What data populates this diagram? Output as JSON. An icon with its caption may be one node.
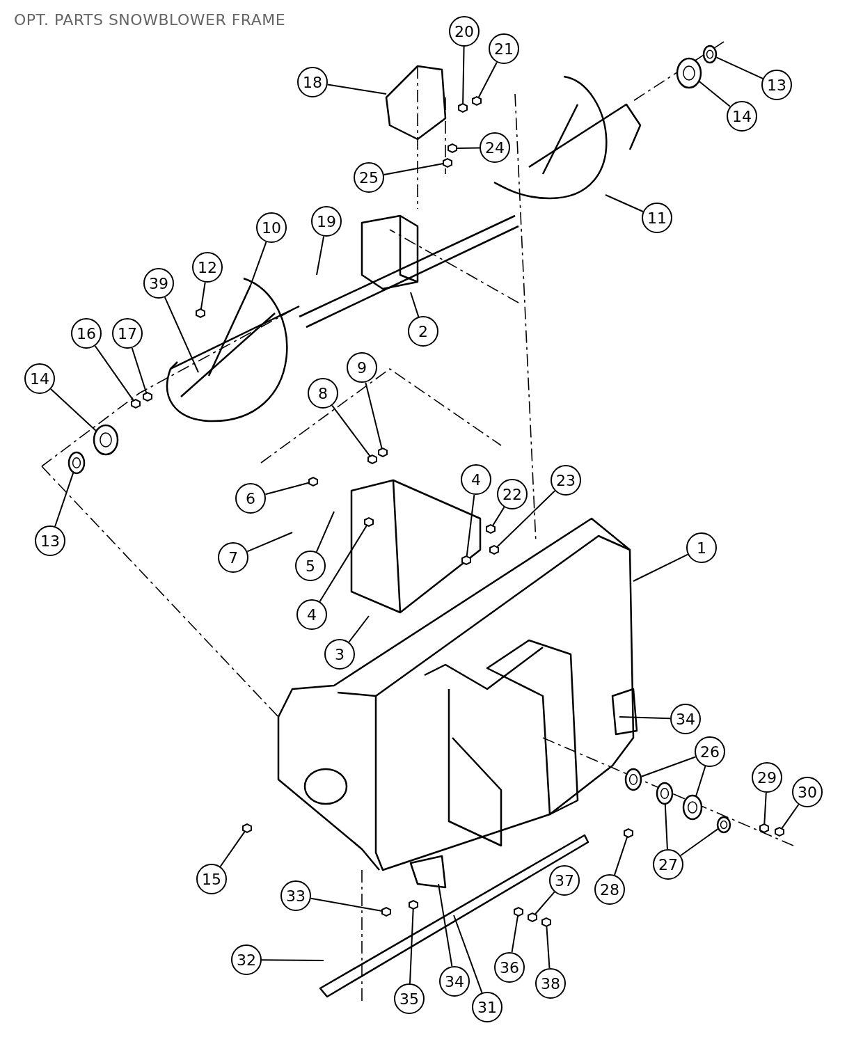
{
  "diagram": {
    "title": "OPT. PARTS SNOWBLOWER FRAME",
    "nodes": [
      {
        "text": [
          "20"
        ]
      },
      {
        "text": [
          "21"
        ]
      },
      {
        "text": [
          "18"
        ]
      },
      {
        "text": [
          "13"
        ]
      },
      {
        "text": [
          "14"
        ]
      },
      {
        "text": [
          "24"
        ]
      },
      {
        "text": [
          "25"
        ]
      },
      {
        "text": [
          "11"
        ]
      },
      {
        "text": [
          "10"
        ]
      },
      {
        "text": [
          "19"
        ]
      },
      {
        "text": [
          "12"
        ]
      },
      {
        "text": [
          "39"
        ]
      },
      {
        "text": [
          "2"
        ]
      },
      {
        "text": [
          "16"
        ]
      },
      {
        "text": [
          "17"
        ]
      },
      {
        "text": [
          "9"
        ]
      },
      {
        "text": [
          "8"
        ]
      },
      {
        "text": [
          "14"
        ]
      },
      {
        "text": [
          "6"
        ]
      },
      {
        "text": [
          "4"
        ]
      },
      {
        "text": [
          "22"
        ]
      },
      {
        "text": [
          "23"
        ]
      },
      {
        "text": [
          "1"
        ]
      },
      {
        "text": [
          "13"
        ]
      },
      {
        "text": [
          "7"
        ]
      },
      {
        "text": [
          "5"
        ]
      },
      {
        "text": [
          "4"
        ]
      },
      {
        "text": [
          "3"
        ]
      },
      {
        "text": [
          "34"
        ]
      },
      {
        "text": [
          "26"
        ]
      },
      {
        "text": [
          "29"
        ]
      },
      {
        "text": [
          "30"
        ]
      },
      {
        "text": [
          "27"
        ]
      },
      {
        "text": [
          "28"
        ]
      },
      {
        "text": [
          "15"
        ]
      },
      {
        "text": [
          "33"
        ]
      },
      {
        "text": [
          "37"
        ]
      },
      {
        "text": [
          "32"
        ]
      },
      {
        "text": [
          "36"
        ]
      },
      {
        "text": [
          "38"
        ]
      },
      {
        "text": [
          "35"
        ]
      },
      {
        "text": [
          "34"
        ]
      },
      {
        "text": [
          "31"
        ]
      },
      {
        "text": [],
        "shape": "circle"
      },
      {
        "text": [],
        "shape": "circle"
      },
      {
        "text": [],
        "shape": "hexagon"
      },
      {
        "text": [],
        "shape": "hexagon"
      },
      {
        "text": [],
        "shape": "hexagon"
      },
      {
        "text": [],
        "shape": "hexagon"
      },
      {
        "text": [],
        "shape": "hexagon"
      },
      {
        "text": [],
        "shape": "hexagon"
      },
      {
        "text": [],
        "shape": "hexagon"
      },
      {
        "text": [],
        "shape": "circle"
      },
      {
        "text": [],
        "shape": "hexagon"
      },
      {
        "text": [],
        "shape": "hexagon"
      },
      {
        "text": [],
        "shape": "circle"
      },
      {
        "text": [],
        "shape": "hexagon"
      },
      {
        "text": [],
        "shape": "hexagon"
      },
      {
        "text": [],
        "shape": "hexagon"
      },
      {
        "text": [],
        "shape": "hexagon"
      },
      {
        "text": [],
        "shape": "hexagon"
      },
      {
        "text": [],
        "shape": "circle"
      },
      {
        "text": [],
        "shape": "circle"
      },
      {
        "text": [],
        "shape": "circle"
      },
      {
        "text": [],
        "shape": "circle"
      },
      {
        "text": [],
        "shape": "hexagon"
      },
      {
        "text": [],
        "shape": "hexagon"
      },
      {
        "text": [],
        "shape": "hexagon"
      },
      {
        "text": [],
        "shape": "hexagon"
      },
      {
        "text": [],
        "shape": "hexagon"
      },
      {
        "text": [],
        "shape": "hexagon"
      },
      {
        "text": [],
        "shape": "hexagon"
      },
      {
        "text": [],
        "shape": "hexagon"
      },
      {
        "text": [],
        "shape": "hexagon"
      }
    ],
    "edges": [
      {
        "from": 0,
        "to": 46,
        "arrow": "none"
      },
      {
        "from": 1,
        "to": 45,
        "arrow": "none"
      },
      {
        "from": 2,
        "to": null,
        "arrow": "none"
      },
      {
        "from": 3,
        "to": 43,
        "arrow": "none"
      },
      {
        "from": 4,
        "to": 44,
        "arrow": "none"
      },
      {
        "from": 5,
        "to": 47,
        "arrow": "none"
      },
      {
        "from": 6,
        "to": 48,
        "arrow": "none"
      },
      {
        "from": 7,
        "to": null,
        "arrow": "none"
      },
      {
        "from": 8,
        "to": null,
        "arrow": "none"
      },
      {
        "from": 9,
        "to": null,
        "arrow": "none"
      },
      {
        "from": 10,
        "to": 49,
        "arrow": "none"
      },
      {
        "from": 11,
        "to": null,
        "arrow": "none"
      },
      {
        "from": 12,
        "to": null,
        "arrow": "none"
      },
      {
        "from": 13,
        "to": 51,
        "arrow": "none"
      },
      {
        "from": 14,
        "to": 50,
        "arrow": "none"
      },
      {
        "from": 15,
        "to": 53,
        "arrow": "none"
      },
      {
        "from": 16,
        "to": 54,
        "arrow": "none"
      },
      {
        "from": 17,
        "to": 52,
        "arrow": "none"
      },
      {
        "from": 18,
        "to": 56,
        "arrow": "none"
      },
      {
        "from": 19,
        "to": 60,
        "arrow": "none"
      },
      {
        "from": 20,
        "to": 58,
        "arrow": "none"
      },
      {
        "from": 21,
        "to": 59,
        "arrow": "none"
      },
      {
        "from": 22,
        "to": null,
        "arrow": "none"
      },
      {
        "from": 23,
        "to": 55,
        "arrow": "none"
      },
      {
        "from": 24,
        "to": null,
        "arrow": "none"
      },
      {
        "from": 25,
        "to": null,
        "arrow": "none"
      },
      {
        "from": 26,
        "to": 57,
        "arrow": "none"
      },
      {
        "from": 27,
        "to": null,
        "arrow": "none"
      },
      {
        "from": 28,
        "to": null,
        "arrow": "none"
      },
      {
        "from": 29,
        "to": 61,
        "arrow": "none"
      },
      {
        "from": 29,
        "to": 63,
        "arrow": "none"
      },
      {
        "from": 30,
        "to": 66,
        "arrow": "none"
      },
      {
        "from": 31,
        "to": 67,
        "arrow": "none"
      },
      {
        "from": 32,
        "to": 62,
        "arrow": "none"
      },
      {
        "from": 32,
        "to": 64,
        "arrow": "none"
      },
      {
        "from": 33,
        "to": 68,
        "arrow": "none"
      },
      {
        "from": 34,
        "to": 65,
        "arrow": "none"
      },
      {
        "from": 35,
        "to": 70,
        "arrow": "none"
      },
      {
        "from": 36,
        "to": 72,
        "arrow": "none"
      },
      {
        "from": 37,
        "to": null,
        "arrow": "none"
      },
      {
        "from": 38,
        "to": 71,
        "arrow": "none"
      },
      {
        "from": 39,
        "to": 73,
        "arrow": "none"
      },
      {
        "from": 40,
        "to": 69,
        "arrow": "none"
      },
      {
        "from": 41,
        "to": null,
        "arrow": "none"
      },
      {
        "from": 42,
        "to": null,
        "arrow": "none"
      }
    ]
  }
}
